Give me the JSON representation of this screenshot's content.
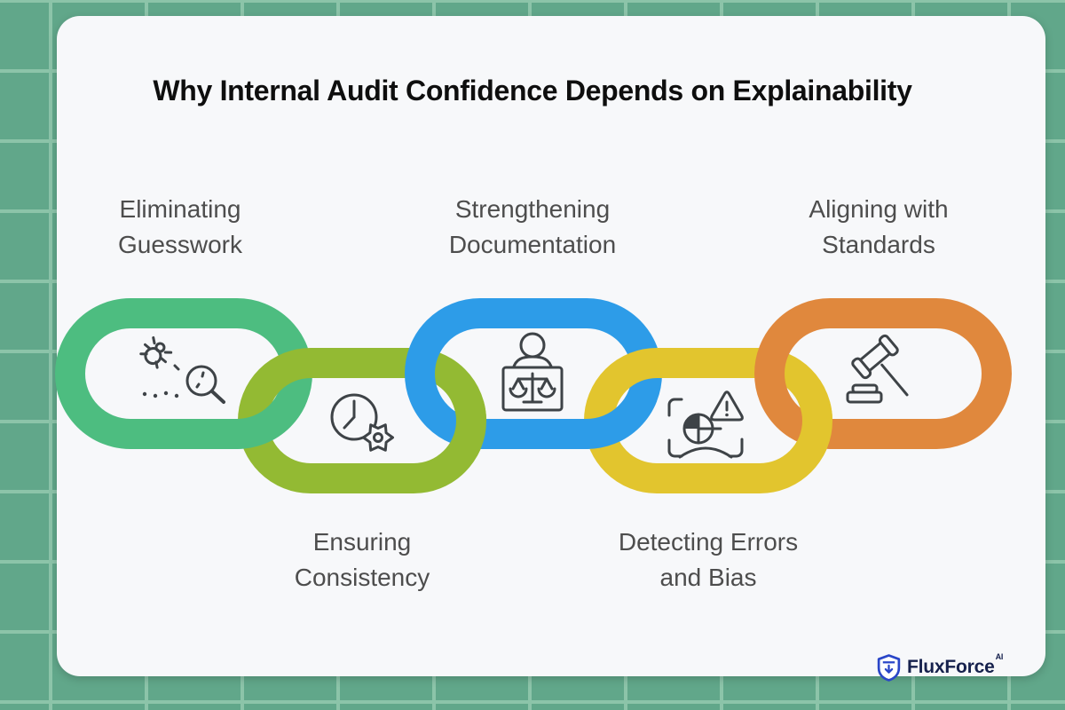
{
  "title": "Why Internal Audit Confidence Depends on Explainability",
  "brand": {
    "name": "FluxForce",
    "suffix": "AI"
  },
  "colors": {
    "background": "#61a78a",
    "grid_line": "#8cc4a9",
    "card": "#f7f8fa",
    "title_text": "#0e0e0e",
    "label_text": "#4d4d4d",
    "icon_stroke": "#3e4347",
    "logo_blue": "#2a46c8",
    "logo_navy": "#16214d"
  },
  "chain": {
    "links": [
      {
        "label": "Eliminating Guesswork",
        "lines": [
          "Eliminating",
          "Guesswork"
        ],
        "color": "#4dbd80",
        "icon": "bug-search-icon",
        "position": "top"
      },
      {
        "label": "Ensuring Consistency",
        "lines": [
          "Ensuring",
          "Consistency"
        ],
        "color": "#93ba33",
        "icon": "clock-gear-icon",
        "position": "bottom"
      },
      {
        "label": "Strengthening Documentation",
        "lines": [
          "Strengthening",
          "Documentation"
        ],
        "color": "#2d9ce8",
        "icon": "person-scales-icon",
        "position": "top"
      },
      {
        "label": "Detecting Errors and Bias",
        "lines": [
          "Detecting Errors",
          "and Bias"
        ],
        "color": "#e2c52e",
        "icon": "bias-scan-warning-icon",
        "position": "bottom"
      },
      {
        "label": "Aligning with Standards",
        "lines": [
          "Aligning with",
          "Standards"
        ],
        "color": "#e0883d",
        "icon": "gavel-icon",
        "position": "top"
      }
    ]
  }
}
